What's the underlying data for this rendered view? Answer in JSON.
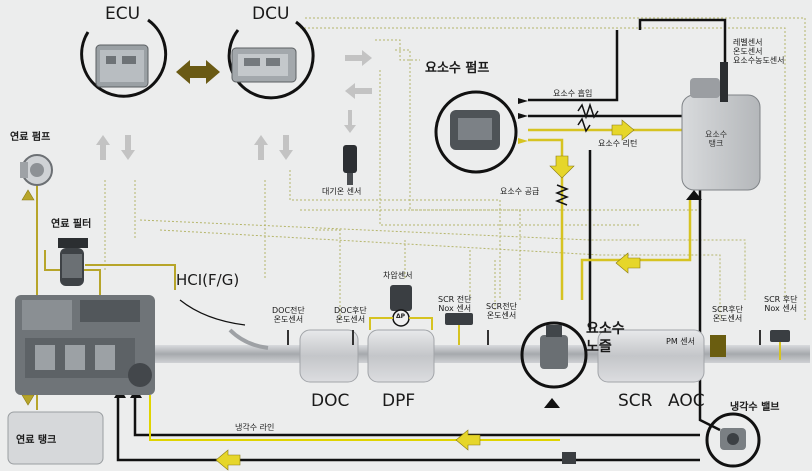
{
  "modules": {
    "ecu": "ECU",
    "dcu": "DCU",
    "urea_pump": "요소수 펌프",
    "urea_tank": "요소수\n탱크",
    "fuel_pump": "연료 펌프",
    "fuel_filter": "연료 필터",
    "fuel_tank": "연료 탱크",
    "coolant_valve": "냉각수 밸브",
    "urea_nozzle": "요소수\n노즐"
  },
  "sensors": {
    "tank_sensors": "레벨센서\n온도센서\n요소수농도센서",
    "ambient_temp": "대기온 센서",
    "doc_front": "DOC전단\n온도센서",
    "doc_rear": "DOC후단\n온도센서",
    "diff_pressure": "차압센서",
    "scr_front_nox": "SCR 전단\nNox 센서",
    "scr_front_temp": "SCR전단\n온도센서",
    "pm_sensor": "PM 센서",
    "scr_rear_temp": "SCR후단\n온도센서",
    "scr_rear_nox": "SCR 후단\nNox 센서"
  },
  "flow_labels": {
    "urea_intake": "요소수 흡입",
    "urea_return": "요소수 리턴",
    "urea_supply": "요소수 공급",
    "coolant_line": "냉각수 라인",
    "hci": "HCI(F/G)",
    "dp": "ΔP"
  },
  "components": {
    "doc": "DOC",
    "dpf": "DPF",
    "scr": "SCR",
    "aoc": "AOC"
  },
  "colors": {
    "wire": "#111111",
    "urea": "#d6c321",
    "coolant": "#e0d400",
    "fuel": "#b7a52a",
    "pipe": "#b9bcc0",
    "dotted": "#b5b56a",
    "arrow_gray": "#c3c3c3"
  }
}
